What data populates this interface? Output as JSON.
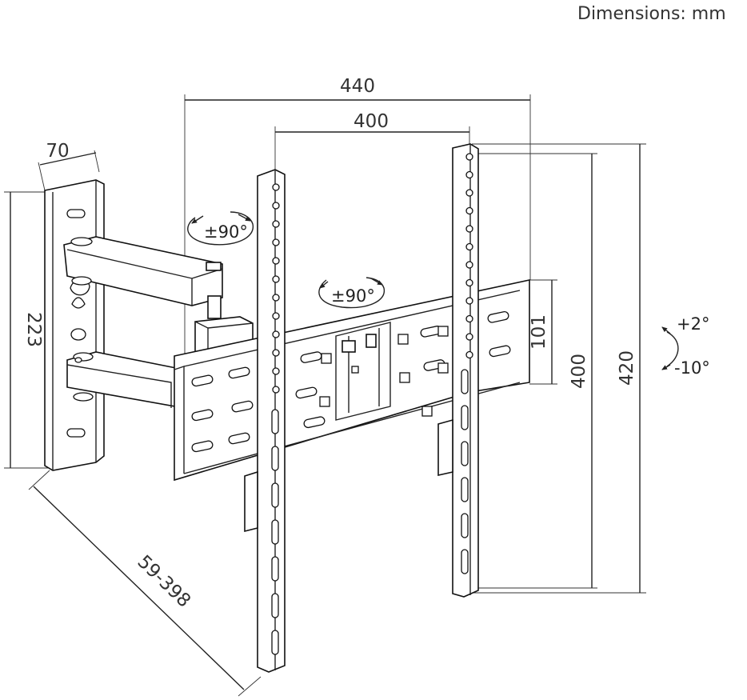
{
  "units_label": "Dimensions: mm",
  "dimensions": {
    "overall_width": "440",
    "vesa_width": "400",
    "wall_plate_width": "70",
    "wall_plate_height": "223",
    "extension": "59-398",
    "rail_height": "101",
    "vesa_height": "400",
    "overall_height": "420"
  },
  "rotations": {
    "arm_swivel": "±90°",
    "tv_rotation": "±90°",
    "tilt_up": "+2°",
    "tilt_down": "-10°"
  }
}
